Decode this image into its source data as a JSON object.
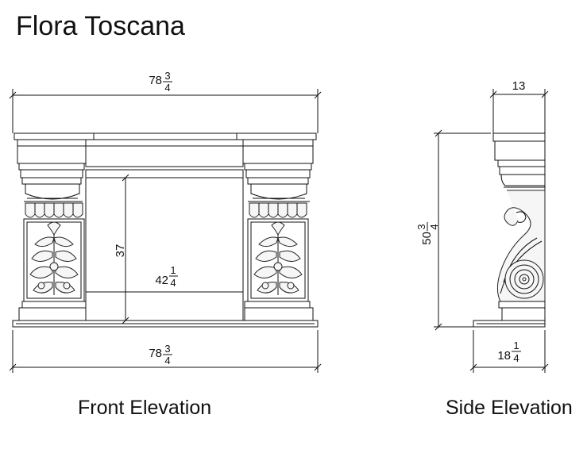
{
  "title": "Flora Toscana",
  "front": {
    "caption": "Front Elevation",
    "top_width": {
      "whole": "78",
      "num": "3",
      "den": "4"
    },
    "bottom_width": {
      "whole": "78",
      "num": "3",
      "den": "4"
    },
    "opening_height": "37",
    "opening_width": {
      "whole": "42",
      "num": "1",
      "den": "4"
    }
  },
  "side": {
    "caption": "Side Elevation",
    "top_depth": "13",
    "height": {
      "whole": "50",
      "num": "3",
      "den": "4"
    },
    "base_depth": {
      "whole": "18",
      "num": "1",
      "den": "4"
    }
  }
}
